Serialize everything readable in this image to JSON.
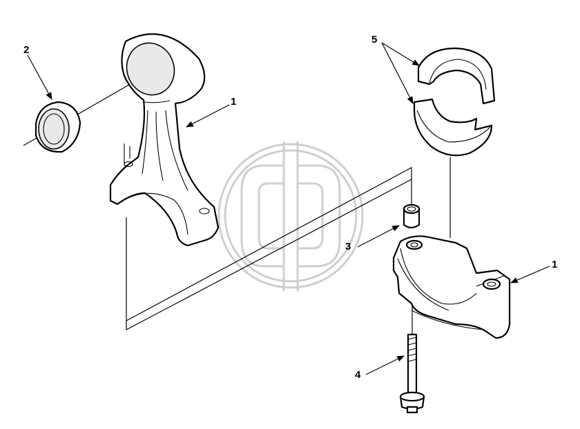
{
  "callouts": {
    "rod": "1",
    "bushing": "2",
    "dowel": "3",
    "bolt": "4",
    "bearings": "5",
    "cap": "1"
  },
  "colors": {
    "ink": "#000000",
    "watermark": "#d0d0d0",
    "background": "#ffffff"
  },
  "watermark_icon": "cd-logo-watermark"
}
